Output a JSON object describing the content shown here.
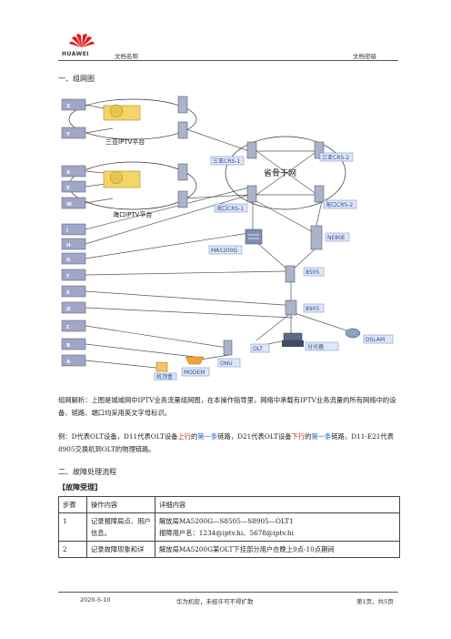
{
  "header": {
    "brand": "HUAWEI",
    "doc_name": "文档名称",
    "doc_level": "文档密级"
  },
  "section1_title": "一、组网图",
  "diagram": {
    "left_boxes": [
      "Z",
      "Y",
      "X",
      "S",
      "W",
      "I",
      "H",
      "G",
      "F",
      "E",
      "D",
      "C",
      "B",
      "A"
    ],
    "platform1": "三亚IPTV平台",
    "platform2": "海口IPTV平台",
    "cloud": "省骨干网",
    "nodes": {
      "sy_crs1": "三亚CRS-1",
      "sy_crs2": "三亚CRS-2",
      "hk_crs1": "海口CRS-1",
      "hk_crs2": "海口CRS-2",
      "ma5200g": "MA5200G",
      "ne80e": "NE80E",
      "s8505": "8505",
      "s8905": "8905",
      "olt": "OLT",
      "dslam": "DSLAM",
      "onu": "ONU",
      "modem": "MODEM",
      "stb": "机顶盒",
      "splitter": "分光器"
    }
  },
  "analysis": {
    "para1": "组网解析：上图是城域网中IPTV业务流量组网图，在本操作指导里，网络中承载有IPTV业务流量的所有网络中的设备、链路、端口均采用英文字母标识。",
    "ex_a": "例：D代表OLT设备，D11代表OLT设备",
    "ex_up": "上行",
    "ex_b": "的",
    "ex_first1": "第一条",
    "ex_c": "链路，D21代表OLT设备",
    "ex_down": "下行",
    "ex_d": "的",
    "ex_first2": "第一条",
    "ex_e": "链路，D11-E21代表8905交换机到OLT的物理链路。"
  },
  "section2_title": "二、故障处理流程",
  "subsection_title": "【故障受理】",
  "table": {
    "headers": [
      "步骤",
      "操作内容",
      "详细内容"
    ],
    "rows": [
      {
        "step": "1",
        "op": "记录报障局点、用户信息。",
        "detail1": "解放局MA5200G—S8505—S8905—OLT1",
        "detail2": "报障用户名：1234@iptv.hi、5678@iptv.hi"
      },
      {
        "step": "2",
        "op": "记录故障现象和详",
        "detail1": "解放局MA5200G某OLT下挂部分用户在晚上9点-10点期间",
        "detail2": ""
      }
    ]
  },
  "footer": {
    "date": "2020-5-10",
    "confidential": "华为机密，未经许可不得扩散",
    "page": "第1页，共5页"
  }
}
